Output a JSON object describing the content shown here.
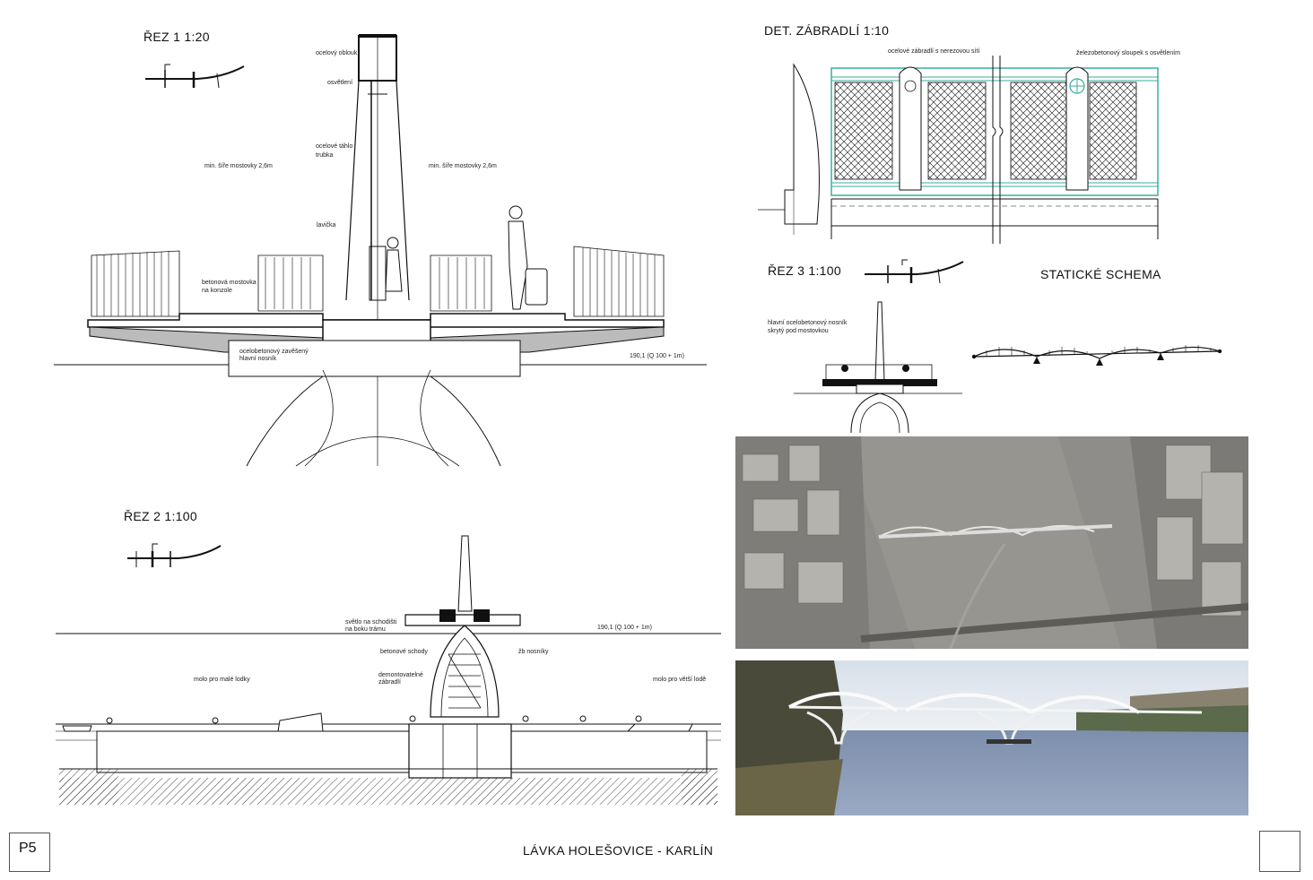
{
  "section1": {
    "title": "ŘEZ 1   1:20",
    "labels": {
      "arch": "ocelový oblouk",
      "lighting": "osvětlení",
      "rod": "ocelové táhlo",
      "tube": "trubka",
      "width_left": "min. šíře mostovky 2,6m",
      "width_right": "min. šíře mostovky 2,6m",
      "bench": "lavička",
      "deck_a": "betonová mostovka",
      "deck_b": "na konzole",
      "beam_a": "ocelobetonový zavěšený",
      "beam_b": "hlavní nosník",
      "level": "190,1 (Q 100 + 1m)"
    }
  },
  "section2": {
    "title": "ŘEZ 2   1:100",
    "labels": {
      "light_a": "světlo na schodišti",
      "light_b": "na boku trámu",
      "level": "190,1 (Q 100 + 1m)",
      "stairs": "betonové schody",
      "beams": "žb nosníky",
      "rail_a": "demontovatelné",
      "rail_b": "zábradlí",
      "pier_small": "molo pro malé lodky",
      "pier_big": "molo pro větší lodě"
    }
  },
  "detail": {
    "title": "DET. ZÁBRADLÍ  1:10",
    "label_left": "ocelové zábradlí s nerezovou sítí",
    "label_right": "železobetonový sloupek s osvětlením"
  },
  "section3": {
    "title": "ŘEZ 3   1:100",
    "label_a": "hlavní ocelobetonový nosník",
    "label_b": "skrytý pod mostovkou"
  },
  "static": {
    "title": "STATICKÉ SCHEMA"
  },
  "footer": {
    "page": "P5",
    "project": "LÁVKA HOLEŠOVICE - KARLÍN"
  },
  "colors": {
    "ink": "#111111",
    "detail_accent": "#3aaea0",
    "model_gray": "#8c8a86",
    "river": "#8a9cb8",
    "sky": "#e9eef4"
  }
}
